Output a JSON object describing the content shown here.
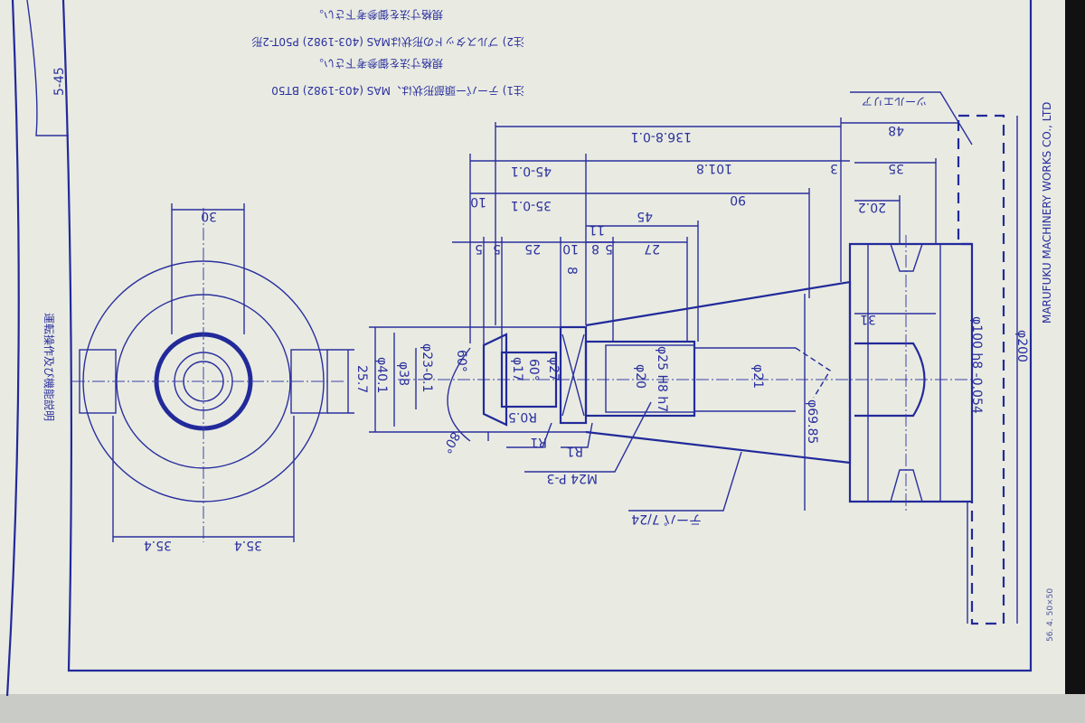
{
  "page_number": "5-45",
  "section_title": "運転操作及び機能説明",
  "company": "MARUFUKU MACHINERY WORKS CO., LTD",
  "sheet_code": "56. 4.  50×50",
  "notes": [
    "注1) テーパー頭部形状は、MAS (403-1982) BT50",
    "規格寸法を御参考下さい。",
    "注2) プルスタッドの形状はMAS (403-1982) P50T-2形",
    "規格寸法を御参考下さい。"
  ],
  "dimensions": {
    "d136": "136.8-0.1",
    "d48": "48",
    "d101": "101.8",
    "d3": "3",
    "d35": "35",
    "d45a": "45-0.1",
    "d10a": "10",
    "d35b": "35-0.1",
    "d90": "90",
    "d20_2": "20.2",
    "d45b": "45",
    "d11": "11",
    "d5a": "5",
    "d5b": "5",
    "d25": "25",
    "d10b": "10",
    "d8": "8",
    "d5c": "5",
    "d27": "27",
    "d8v": "8",
    "phi40": "φ40.1",
    "phi38": "φ38",
    "phi23": "φ23-0.1",
    "a60a": "60°",
    "phi17": "φ17",
    "a60b": "60°",
    "phi27": "φ27",
    "phi20": "φ20",
    "phi25": "φ25 H8 h7",
    "phi21": "φ21",
    "phi69": "φ69.85",
    "d31": "31",
    "phi100": "φ100 h8 -0.054",
    "phi200": "φ200",
    "r05": "R0.5",
    "r1a": "R1",
    "r1b": "R1",
    "a80": "80°",
    "thread": "M24 P-3",
    "taper": "テーパ 7/24",
    "relief": "ツールエリア",
    "v30": "30",
    "v25_7": "25.7",
    "v35_4a": "35.4",
    "v35_4b": "35.4"
  },
  "colors": {
    "ink": "#2a2f9e",
    "paper": "#e9ebe2"
  }
}
